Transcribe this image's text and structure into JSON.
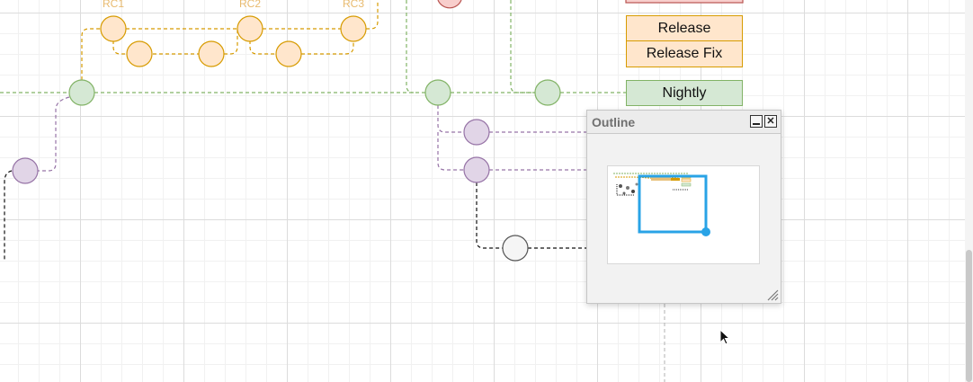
{
  "labels": {
    "release": "Release",
    "release_fix": "Release Fix",
    "nightly": "Nightly",
    "rc1": "RC1",
    "rc2": "RC2",
    "rc3": "RC3"
  },
  "outline_panel": {
    "title": "Outline",
    "minimize_icon": "minimize-icon",
    "close_icon": "close-icon",
    "resize_icon": "resize-grip-icon"
  },
  "colors": {
    "release_fill": "#ffe6cc",
    "release_stroke": "#d79b00",
    "nightly_fill": "#d5e8d4",
    "nightly_stroke": "#82b366",
    "feature_fill": "#e1d5e7",
    "feature_stroke": "#9673a6",
    "hotfix_fill": "#f8cecc",
    "hotfix_stroke": "#b85450",
    "viewport_accent": "#29a3e6"
  },
  "cursor": "arrow-pointer-icon"
}
